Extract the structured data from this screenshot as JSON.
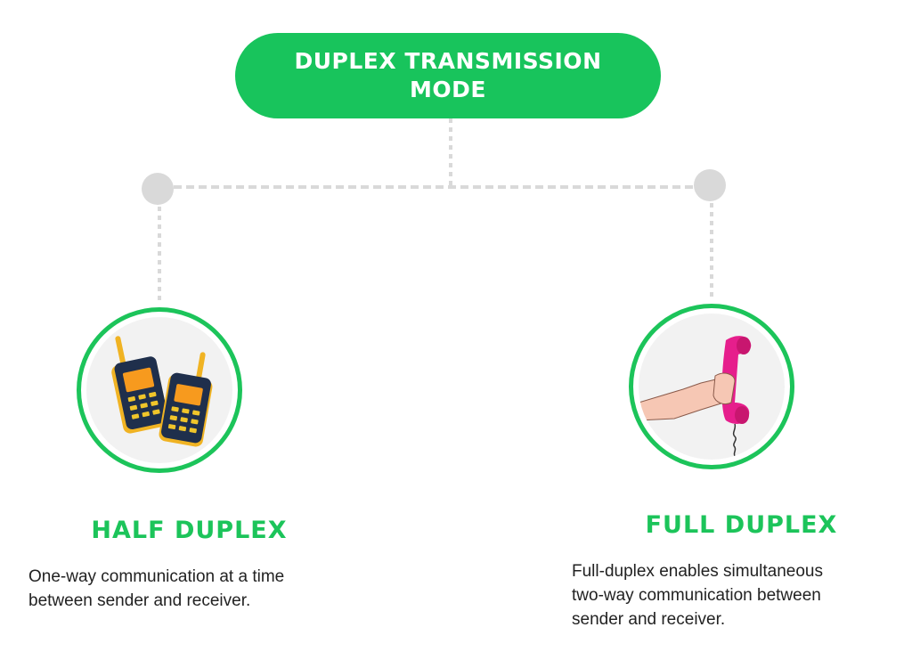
{
  "diagram": {
    "title": "DUPLEX TRANSMISSION MODE",
    "colors": {
      "accent": "#18c45c",
      "connector": "#d9d9d9",
      "node": "#d9d9d9",
      "text": "#222222"
    },
    "branches": [
      {
        "heading": "HALF DUPLEX",
        "icon": "walkie-talkie-icon",
        "description_lines": [
          "One-way communication at a time",
          "between sender and receiver."
        ]
      },
      {
        "heading": "FULL DUPLEX",
        "icon": "telephone-handset-icon",
        "description_lines": [
          "Full-duplex enables simultaneous",
          "two-way communication between",
          "sender and receiver."
        ]
      }
    ]
  }
}
